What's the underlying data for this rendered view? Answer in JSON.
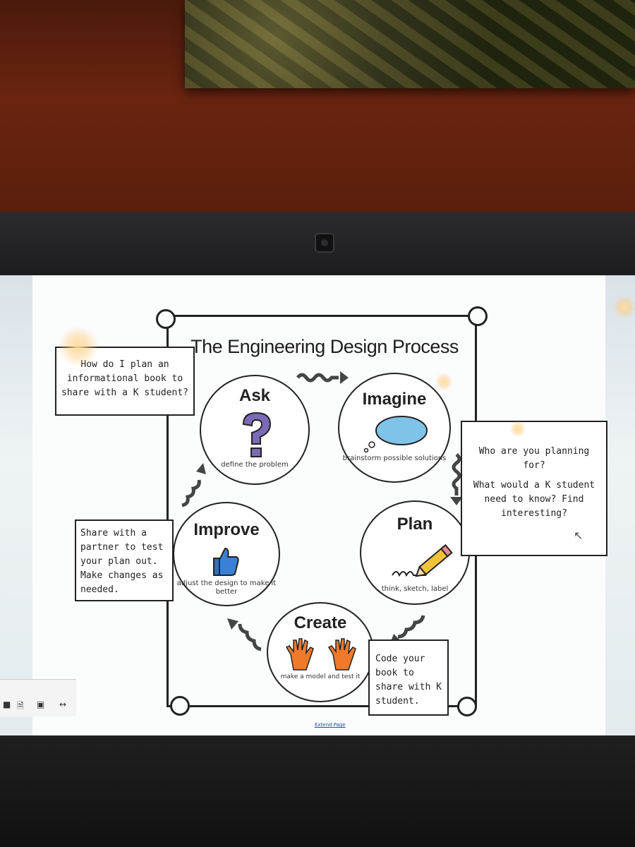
{
  "poster": {
    "title": "The Engineering Design Process",
    "stages": [
      {
        "id": "ask",
        "name": "Ask",
        "desc": "define the problem"
      },
      {
        "id": "imagine",
        "name": "Imagine",
        "desc": "brainstorm possible solutions"
      },
      {
        "id": "plan",
        "name": "Plan",
        "desc": "think, sketch, label"
      },
      {
        "id": "create",
        "name": "Create",
        "desc": "make a model and test it"
      },
      {
        "id": "improve",
        "name": "Improve",
        "desc": "adjust the design to make it better"
      }
    ]
  },
  "notes": {
    "question": "How do I plan an informational book to share with a K student?",
    "planning": [
      "Who are you planning for?",
      "What would a K student need to know? Find interesting?"
    ],
    "share": "Share with a partner to test your plan out. Make changes as needed.",
    "code": "Code your book to share with K student."
  },
  "footer": {
    "extend_link": "Extend Page"
  },
  "icons": {
    "question": "question-mark-icon",
    "cloud": "thought-cloud-icon",
    "pencil": "pencil-icon",
    "hands": "hands-icon",
    "thumbs": "thumbs-up-icon"
  }
}
